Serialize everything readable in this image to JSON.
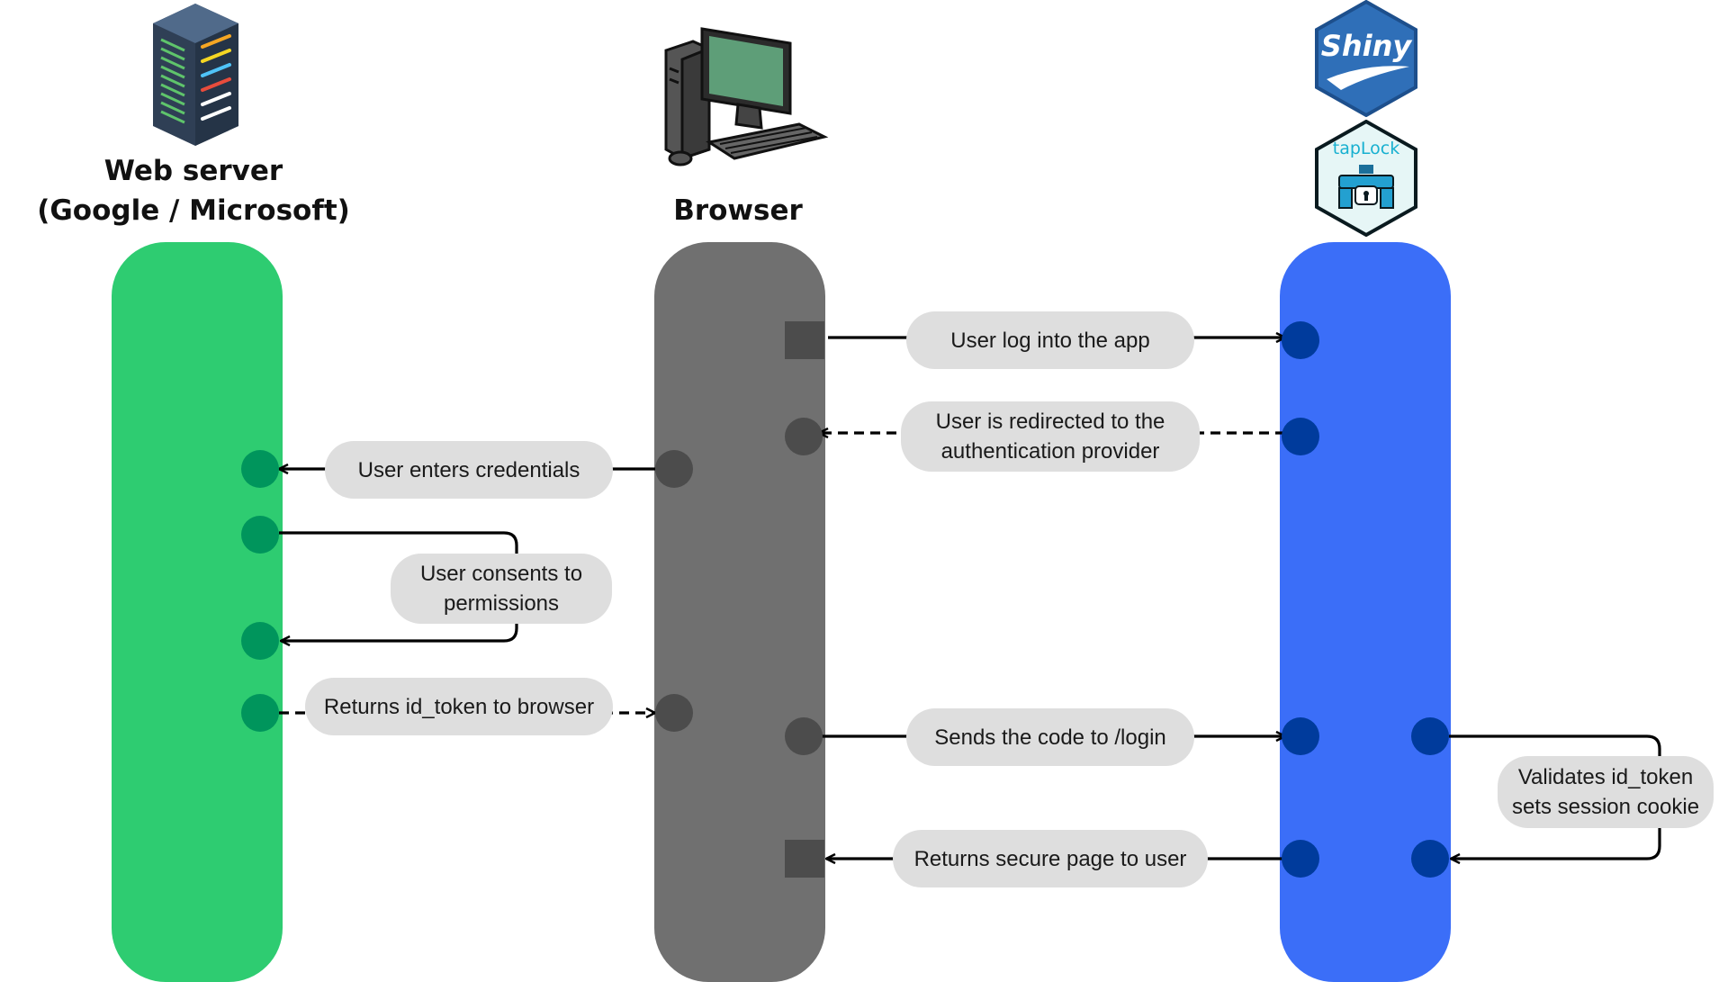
{
  "lanes": {
    "web_server": {
      "title_line1": "Web server",
      "title_line2": "(Google / Microsoft)",
      "color": "#2ecc71"
    },
    "browser": {
      "title": "Browser",
      "color": "#707070"
    },
    "app": {
      "color": "#3b6ef8",
      "logo_shiny": "Shiny",
      "logo_taplock": "tapLock"
    }
  },
  "steps": {
    "user_log_into_app": "User log into the app",
    "redirect_line1": "User is redirected to the",
    "redirect_line2": "authentication provider",
    "enters_credentials": "User enters credentials",
    "consents_line1": "User consents to",
    "consents_line2": "permissions",
    "returns_id_token": "Returns id_token to browser",
    "sends_code": "Sends the code to /login",
    "validates_line1": "Validates id_token",
    "validates_line2": "sets session cookie",
    "returns_secure_page": "Returns secure page to user"
  },
  "icons": {
    "web_server": "server-rack-icon",
    "browser": "desktop-computer-icon",
    "shiny": "shiny-hex-logo",
    "taplock": "taplock-hex-logo"
  },
  "colors": {
    "green_dot": "#00955c",
    "gray_node": "#4c4c4c",
    "blue_dot": "#003b9c",
    "pill_bg": "#dedede"
  }
}
